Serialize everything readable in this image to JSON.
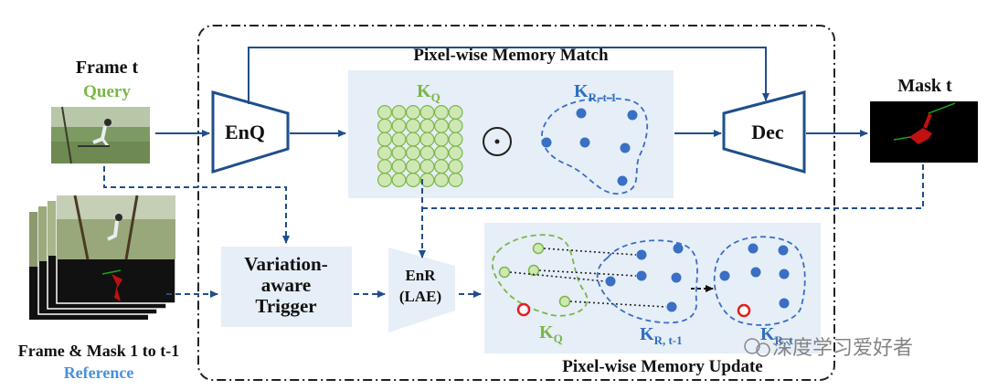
{
  "inputs": {
    "frame_title": "Frame t",
    "query_label": "Query",
    "history_title": "Frame & Mask 1 to t-1",
    "reference_label": "Reference"
  },
  "modules": {
    "encoder_query": "EnQ",
    "decoder": "Dec",
    "trigger_line1": "Variation-",
    "trigger_line2": "aware",
    "trigger_line3": "Trigger",
    "encoder_ref_line1": "EnR",
    "encoder_ref_line2": "(LAE)"
  },
  "memory_match": {
    "title": "Pixel-wise Memory Match",
    "kq_main": "K",
    "kq_sub": "Q",
    "kr_main": "K",
    "kr_sub": "R, t-1",
    "operator": "⊙"
  },
  "memory_update": {
    "title": "Pixel-wise Memory Update",
    "kq_main": "K",
    "kq_sub": "Q",
    "kr_main": "K",
    "kr_sub": "R, t-1",
    "kr_new_main": "K",
    "kr_new_sub": "R, t"
  },
  "output": {
    "mask_title": "Mask t"
  },
  "watermark": "深度学习爱好者",
  "colors": {
    "accent_blue": "#1f4e8c",
    "panel_fill": "#e6eef7",
    "query_green": "#7ab648",
    "reference_blue": "#4a90d9",
    "point_blue": "#3a6fc4",
    "green_fill": "#cfe8b3"
  }
}
